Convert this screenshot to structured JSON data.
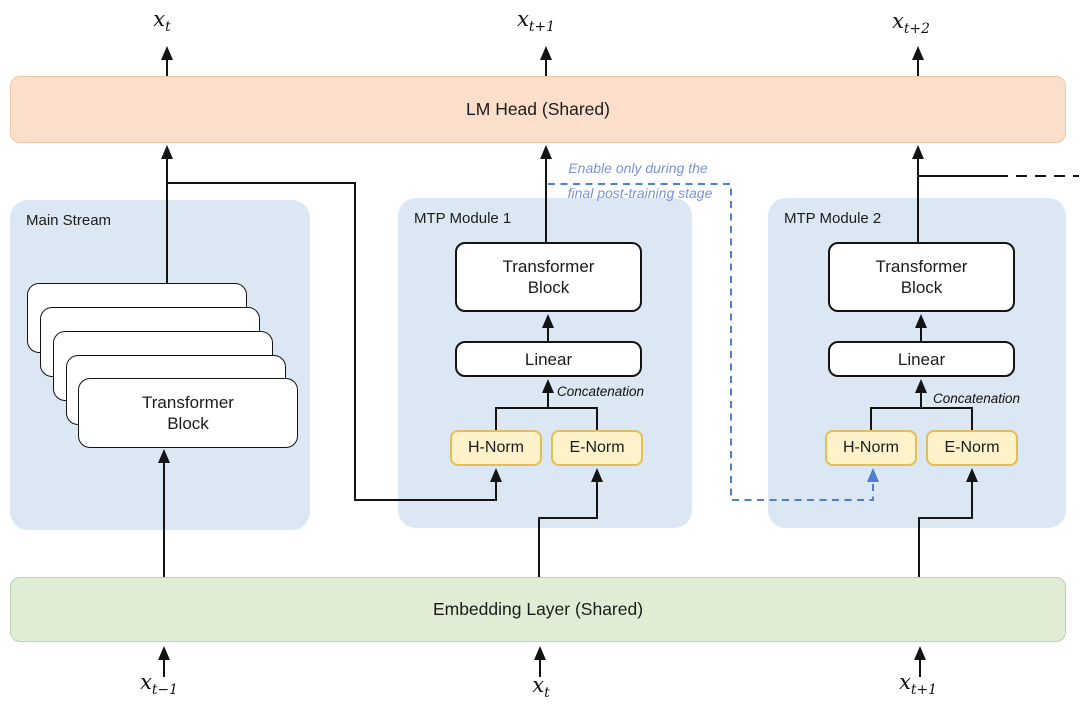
{
  "palette": {
    "lm_fill": "#fbdfca",
    "lm_border": "#f0c5a3",
    "embed_fill": "#dfedd5",
    "embed_border": "#bad4aa",
    "module_fill": "#dbe7f2",
    "norm_fill": "#fdf2ca",
    "norm_border": "#e4bd55",
    "line_black": "#141414",
    "dash_blue": "#4d7fcd",
    "note_blue": "#7b93d9"
  },
  "bars": {
    "lm_head": "LM Head (Shared)",
    "embedding": "Embedding Layer (Shared)"
  },
  "groups": {
    "main_stream": {
      "title": "Main Stream",
      "block": "Transformer Block"
    },
    "mtp1": {
      "title": "MTP Module 1",
      "block": "Transformer Block",
      "linear": "Linear",
      "h_norm": "H-Norm",
      "e_norm": "E-Norm",
      "concat": "Concatenation"
    },
    "mtp2": {
      "title": "MTP Module 2",
      "block": "Transformer Block",
      "linear": "Linear",
      "h_norm": "H-Norm",
      "e_norm": "E-Norm",
      "concat": "Concatenation"
    }
  },
  "note": {
    "line1": "Enable only during the",
    "line2": "final post-training stage"
  },
  "io": {
    "outputs": [
      {
        "base": "x",
        "sub": "t"
      },
      {
        "base": "x",
        "sub": "t+1"
      },
      {
        "base": "x",
        "sub": "t+2"
      }
    ],
    "inputs": [
      {
        "base": "x",
        "sub": "t−1"
      },
      {
        "base": "x",
        "sub": "t"
      },
      {
        "base": "x",
        "sub": "t+1"
      }
    ]
  }
}
